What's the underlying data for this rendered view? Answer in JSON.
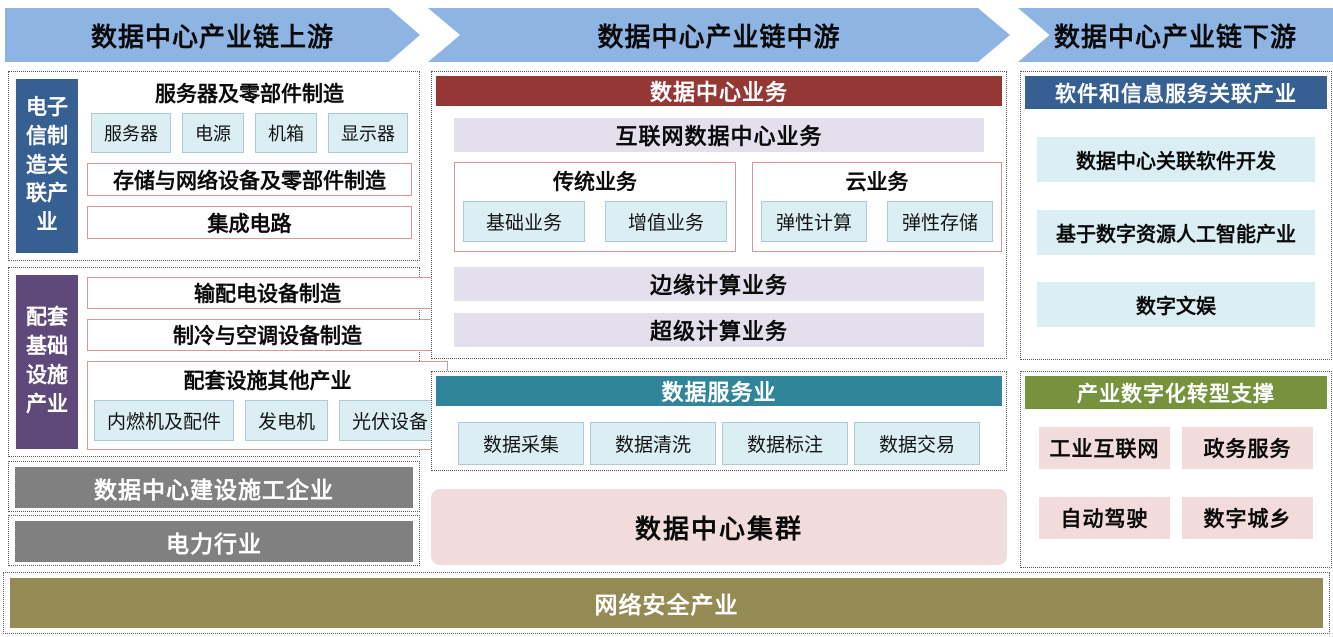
{
  "banners": {
    "upstream": "数据中心产业链上游",
    "midstream": "数据中心产业链中游",
    "downstream": "数据中心产业链下游"
  },
  "left": {
    "electronics": {
      "label": "电子信制造关联产业",
      "server_group_title": "服务器及零部件制造",
      "server_items": [
        "服务器",
        "电源",
        "机箱",
        "显示器"
      ],
      "storage_row": "存储与网络设备及零部件制造",
      "ic_row": "集成电路"
    },
    "infrastructure": {
      "label": "配套基础设施产业",
      "power_row": "输配电设备制造",
      "cooling_row": "制冷与空调设备制造",
      "other_group_title": "配套设施其他产业",
      "other_items": [
        "内燃机及配件",
        "发电机",
        "光伏设备"
      ]
    },
    "construction_bar": "数据中心建设施工企业",
    "power_bar": "电力行业"
  },
  "middle": {
    "dc_business": {
      "header": "数据中心业务",
      "idc_bar": "互联网数据中心业务",
      "traditional": {
        "title": "传统业务",
        "items": [
          "基础业务",
          "增值业务"
        ]
      },
      "cloud": {
        "title": "云业务",
        "items": [
          "弹性计算",
          "弹性存储"
        ]
      },
      "edge_bar": "边缘计算业务",
      "super_bar": "超级计算业务"
    },
    "data_service": {
      "header": "数据服务业",
      "items": [
        "数据采集",
        "数据清洗",
        "数据标注",
        "数据交易"
      ]
    },
    "cluster_bar": "数据中心集群"
  },
  "right": {
    "software": {
      "header": "软件和信息服务关联产业",
      "items": [
        "数据中心关联软件开发",
        "基于数字资源人工智能产业",
        "数字文娱"
      ]
    },
    "transformation": {
      "header": "产业数字化转型支撑",
      "items": [
        "工业互联网",
        "政务服务",
        "自动驾驶",
        "数字城乡"
      ]
    }
  },
  "bottom": {
    "security_bar": "网络安全产业"
  },
  "colors": {
    "banner_blue": "#8DB4E2",
    "dark_blue": "#376092",
    "purple": "#5F497A",
    "gray": "#808080",
    "brick_red": "#953735",
    "lavender": "#E4DFEC",
    "light_blue": "#DBEEF4",
    "pink_border": "#D99694",
    "teal": "#31859B",
    "light_pink": "#F2DCDB",
    "olive": "#948A54",
    "green": "#76923C"
  }
}
